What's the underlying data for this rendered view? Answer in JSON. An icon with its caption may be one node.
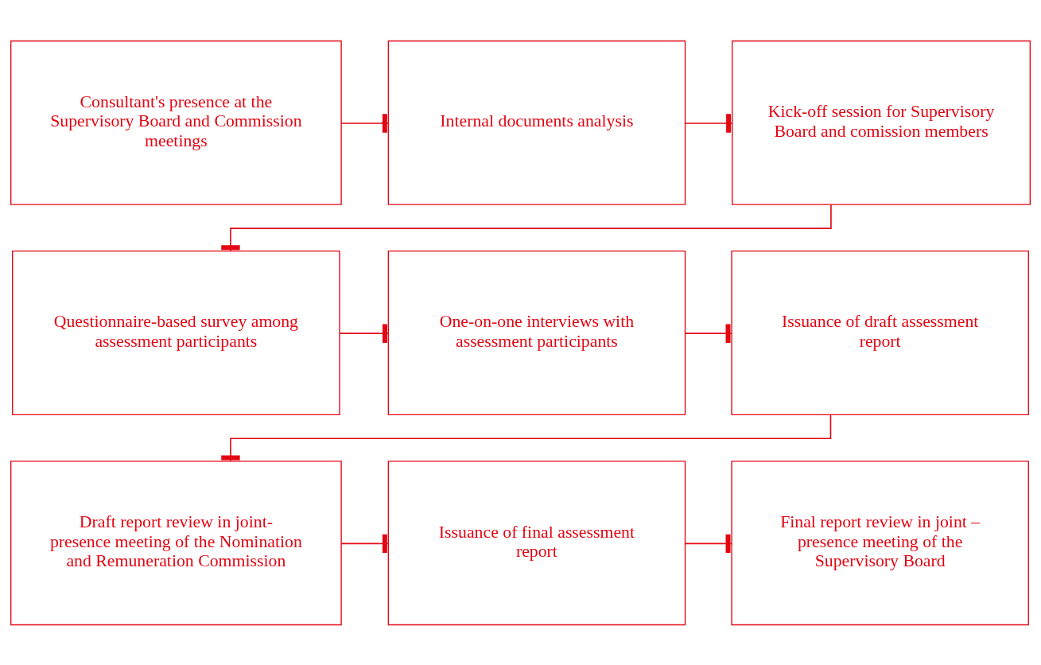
{
  "diagram": {
    "nodes": [
      {
        "text": [
          "Consultant's presence at the Supervisory Board and Commission meetings"
        ]
      },
      {
        "text": [
          "Internal documents analysis"
        ]
      },
      {
        "text": [
          "Kick-off session for Supervisory Board and comission members"
        ]
      },
      {
        "text": [
          "Questionnaire-based survey among assessment participants"
        ]
      },
      {
        "text": [
          "One-on-one interviews with assessment participants"
        ]
      },
      {
        "text": [
          "Issuance of draft assessment report"
        ]
      },
      {
        "text": [
          "Draft report review in joint-presence meeting of the Nomination and Remuneration Commission"
        ]
      },
      {
        "text": [
          "Issuance of final assessment report"
        ]
      },
      {
        "text": [
          "Final report review in joint – presence meeting of the Supervisory Board"
        ]
      }
    ],
    "edges": [
      {
        "from": 0,
        "to": 1,
        "arrow": "other"
      },
      {
        "from": 1,
        "to": 2,
        "arrow": "other"
      },
      {
        "from": 2,
        "to": 3,
        "arrow": "other"
      },
      {
        "from": 3,
        "to": 4,
        "arrow": "other"
      },
      {
        "from": 4,
        "to": 5,
        "arrow": "other"
      },
      {
        "from": 5,
        "to": 6,
        "arrow": "other"
      },
      {
        "from": 6,
        "to": 7,
        "arrow": "other"
      },
      {
        "from": 7,
        "to": 8,
        "arrow": "other"
      }
    ]
  }
}
